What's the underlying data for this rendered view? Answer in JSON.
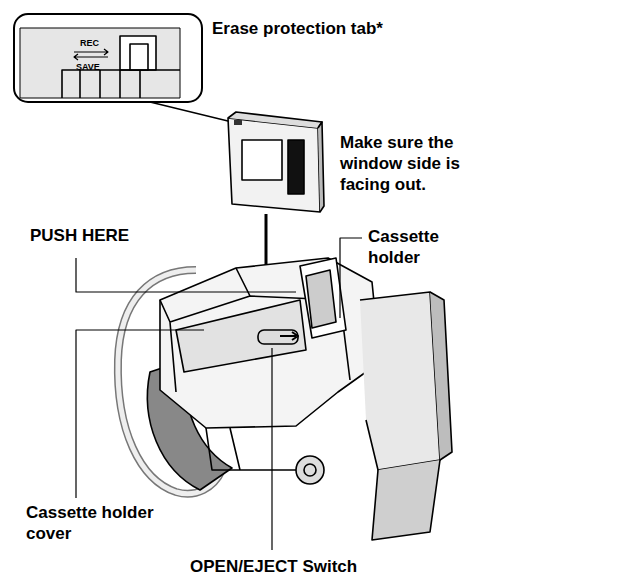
{
  "diagram": {
    "labels": [
      "Erase protection tab*",
      "REC",
      "SAVE",
      "Make sure the window side is facing out.",
      "PUSH HERE",
      "Cassette holder",
      "Cassette holder cover",
      "OPEN/EJECT Switch"
    ]
  }
}
